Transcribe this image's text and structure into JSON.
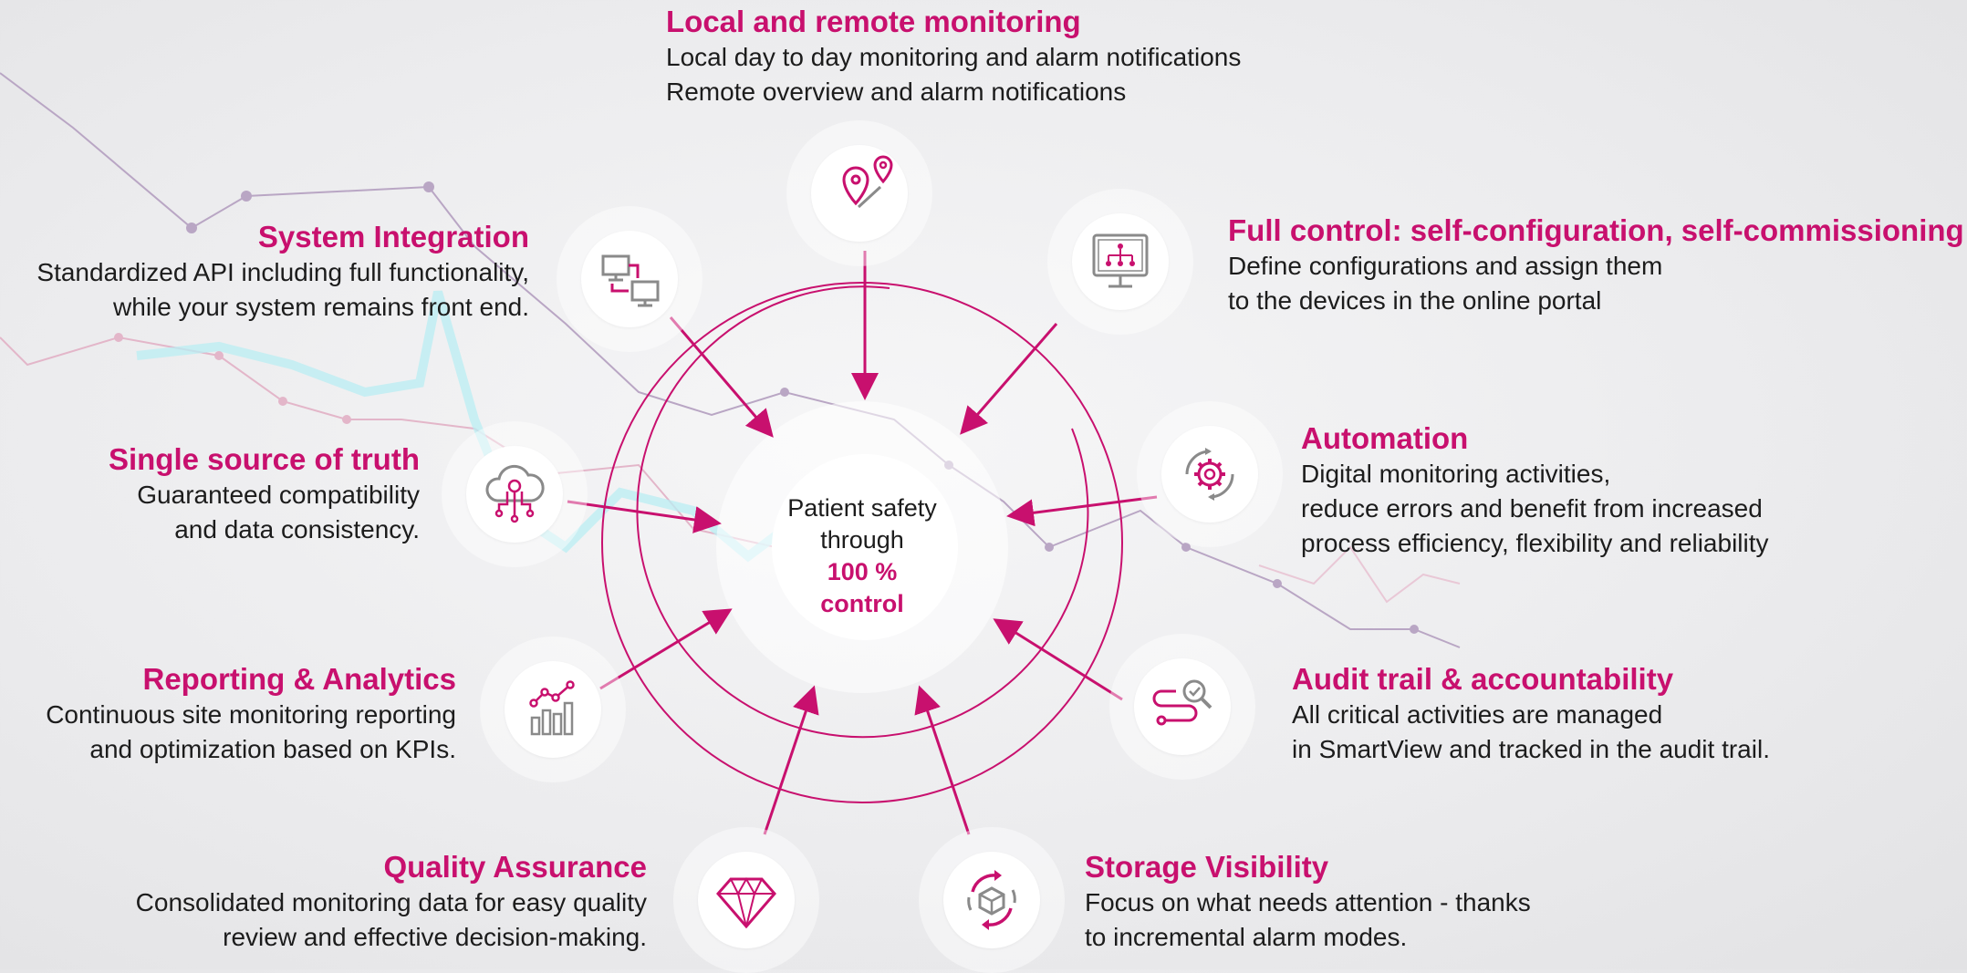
{
  "center": {
    "line1": "Patient safety",
    "line2": "through",
    "line3": "100 %",
    "line4": "control"
  },
  "features": {
    "monitoring": {
      "title": "Local and remote monitoring",
      "desc": "Local day to day monitoring and alarm notifications\nRemote overview and alarm notifications",
      "icon": "location-pins-icon"
    },
    "full_control": {
      "title": "Full control: self-configuration, self-commissioning",
      "desc": "Define configurations and assign them\nto the devices in the online portal",
      "icon": "monitor-hierarchy-icon"
    },
    "automation": {
      "title": "Automation",
      "desc": "Digital monitoring activities,\nreduce errors and benefit from increased\nprocess efficiency, flexibility and reliability",
      "icon": "automation-gear-icon"
    },
    "audit": {
      "title": "Audit trail & accountability",
      "desc": "All critical activities are managed\nin SmartView and tracked in the audit trail.",
      "icon": "audit-trail-icon"
    },
    "storage": {
      "title": "Storage Visibility",
      "desc": "Focus on what needs attention - thanks\nto incremental alarm modes.",
      "icon": "storage-cube-icon"
    },
    "quality": {
      "title": "Quality Assurance",
      "desc": "Consolidated monitoring data for easy quality\nreview and effective decision-making.",
      "icon": "diamond-icon"
    },
    "reporting": {
      "title": "Reporting & Analytics",
      "desc": "Continuous site monitoring reporting\nand optimization based on KPIs.",
      "icon": "bar-chart-icon"
    },
    "single_source": {
      "title": "Single source of truth",
      "desc": "Guaranteed compatibility\nand data consistency.",
      "icon": "cloud-network-icon"
    },
    "integration": {
      "title": "System Integration",
      "desc": "Standardized API including full functionality,\nwhile your system remains front end.",
      "icon": "connected-computers-icon"
    }
  },
  "colors": {
    "accent": "#c8106e",
    "text": "#1c1c1c",
    "icon_gray": "#8a8a8a"
  }
}
